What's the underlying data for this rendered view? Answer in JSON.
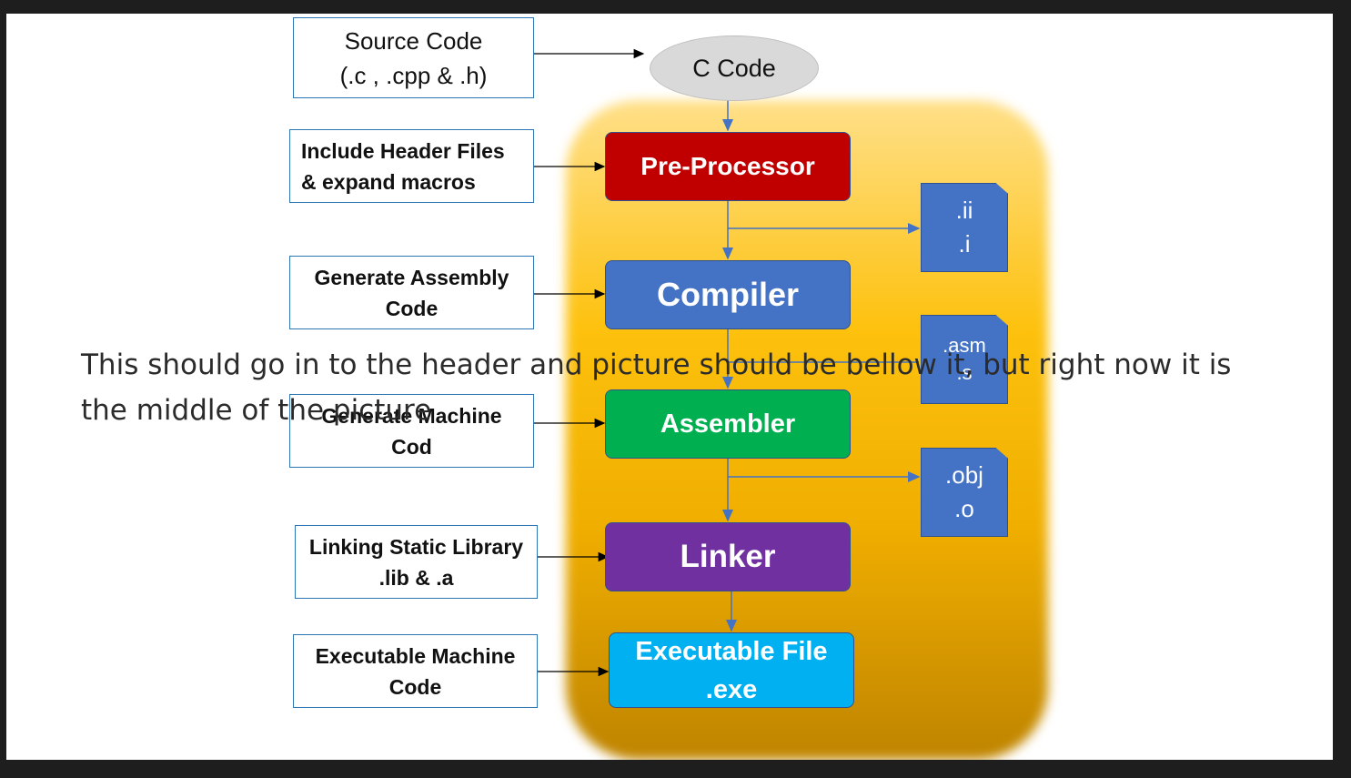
{
  "diagram": {
    "input_boxes": {
      "source": "Source Code\n(.c , .cpp & .h)",
      "include": "Include Header Files\n& expand macros",
      "assembly": "Generate Assembly\nCode",
      "machine": "Generate Machine\nCod",
      "linking": "Linking Static Library\n.lib & .a",
      "executable": "Executable Machine\nCode"
    },
    "c_code_label": "C Code",
    "stages": {
      "preprocessor": "Pre-Processor",
      "compiler": "Compiler",
      "assembler": "Assembler",
      "linker": "Linker",
      "executable_file": "Executable File\n.exe"
    },
    "outputs": {
      "ii": ".ii\n.i",
      "asm": ".asm\n.s",
      "obj": ".obj\n.o"
    },
    "colors": {
      "preprocessor": "#c00000",
      "compiler": "#4472c4",
      "assembler": "#00b050",
      "linker": "#7030a0",
      "executable_file": "#00b0f0",
      "box_border": "#2e75b6",
      "doc": "#4472c4"
    }
  },
  "overlay_text": "This should go in to the header and picture should be bellow it, but right now it is the middle of the picture"
}
